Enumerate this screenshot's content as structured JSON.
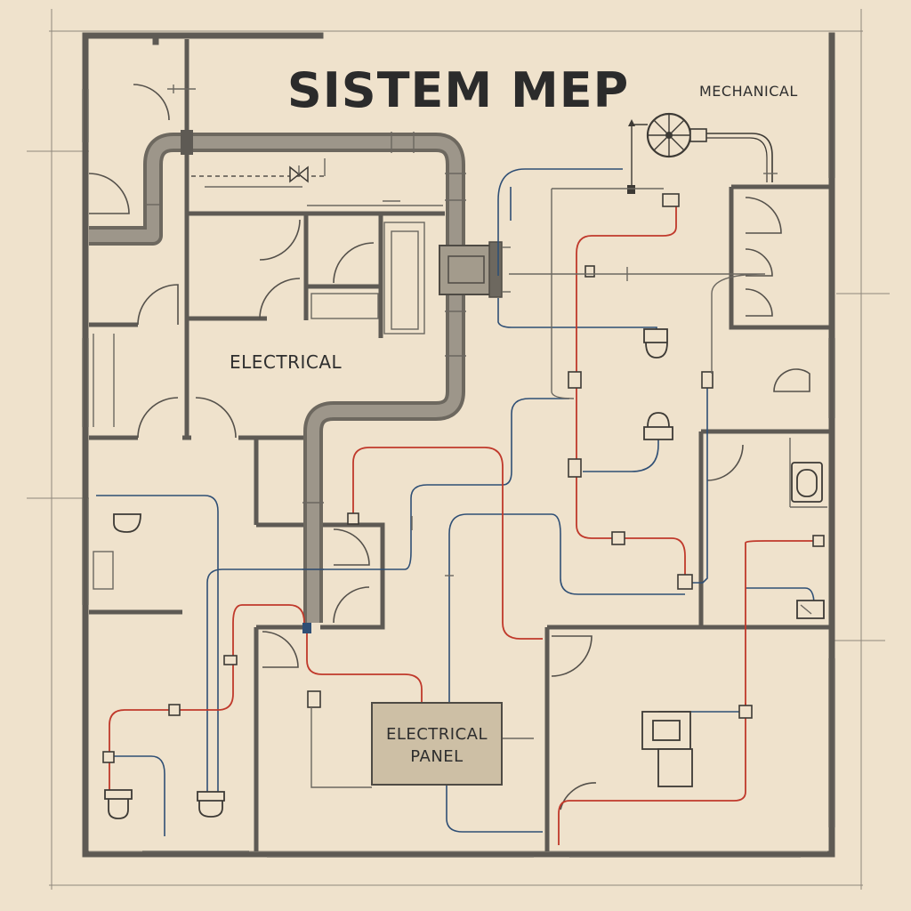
{
  "title": "SISTEM MEP",
  "labels": {
    "mechanical": "MECHANICAL",
    "electrical": "ELECTRICAL",
    "panel_line1": "ELECTRICAL",
    "panel_line2": "PANEL"
  },
  "colors": {
    "paper": "#efe2cc",
    "wall": "#5e5a54",
    "electrical_line": "#c0392b",
    "water_line": "#2f4f75",
    "panel_fill": "#cdbfa5"
  }
}
